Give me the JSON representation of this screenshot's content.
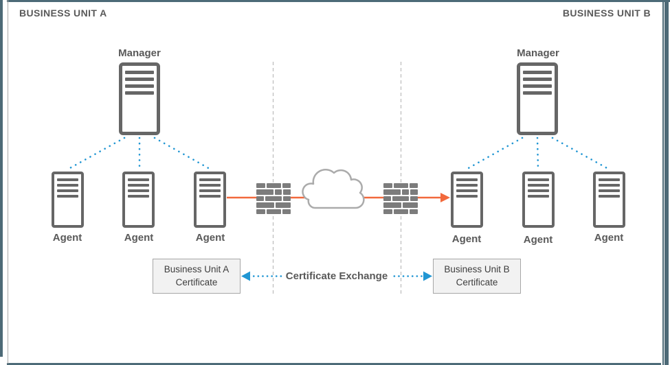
{
  "unit_a": {
    "title": "BUSINESS UNIT A",
    "manager_label": "Manager",
    "agents": [
      "Agent",
      "Agent",
      "Agent"
    ],
    "certificate": {
      "line1": "Business Unit A",
      "line2": "Certificate"
    }
  },
  "unit_b": {
    "title": "BUSINESS UNIT B",
    "manager_label": "Manager",
    "agents": [
      "Agent",
      "Agent",
      "Agent"
    ],
    "certificate": {
      "line1": "Business Unit B",
      "line2": "Certificate"
    }
  },
  "exchange": {
    "label": "Certificate Exchange"
  },
  "colors": {
    "frame_accent": "#4D6A77",
    "server_stroke": "#666666",
    "label_text": "#595959",
    "flow_arrow": "#F2693C",
    "exchange_dotted": "#2196D3",
    "separator_dash": "#BBBBBB",
    "firewall_brick": "#7C7C7C",
    "cloud_stroke": "#ABABAB",
    "cert_box_bg": "#F2F2F2",
    "cert_box_border": "#A6A6A6",
    "cert_text": "#3D3D3D"
  }
}
